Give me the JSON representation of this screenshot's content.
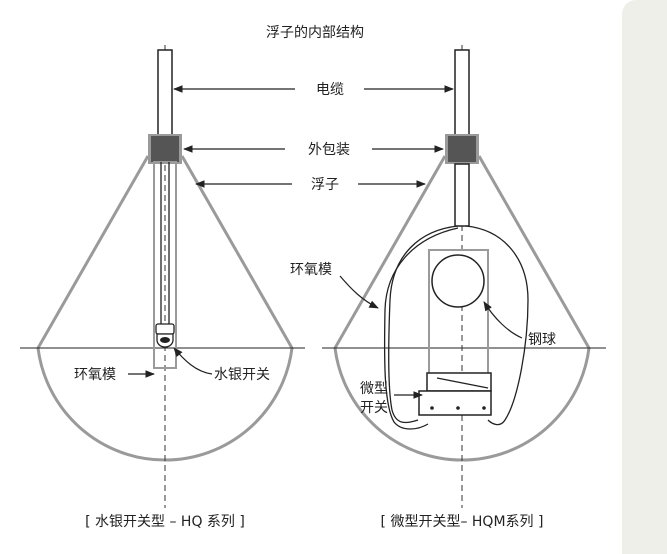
{
  "title": "浮子的内部结构",
  "labels": {
    "cable": "电缆",
    "outer_package": "外包装",
    "float": "浮子",
    "epoxy_mold_right": "环氧模",
    "epoxy_mold_left": "环氧模",
    "mercury_switch": "水银开关",
    "steel_ball": "钢球",
    "micro_switch_line1": "微型",
    "micro_switch_line2": "开关"
  },
  "captions": {
    "left": "[ 水银开关型 – HQ 系列 ]",
    "right": "[ 微型开关型– HQM系列 ]"
  },
  "colors": {
    "outline": "#9a9a9a",
    "dark_block": "#555555",
    "line": "#222222",
    "panel": "#eeefe9"
  }
}
